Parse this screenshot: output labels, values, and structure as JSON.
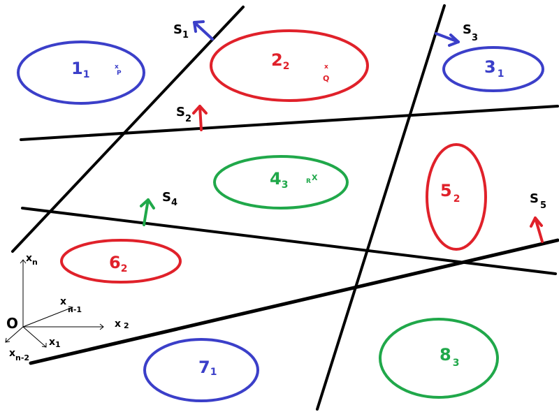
{
  "colors": {
    "blue": "#3b3fc9",
    "red": "#e0212a",
    "green": "#20a84a",
    "black": "#000000"
  },
  "regions": [
    {
      "id": "1",
      "number": "1",
      "sub": "1",
      "color": "blue"
    },
    {
      "id": "2",
      "number": "2",
      "sub": "2",
      "color": "red"
    },
    {
      "id": "3",
      "number": "3",
      "sub": "1",
      "color": "blue"
    },
    {
      "id": "4",
      "number": "4",
      "sub": "3",
      "color": "green"
    },
    {
      "id": "5",
      "number": "5",
      "sub": "2",
      "color": "red"
    },
    {
      "id": "6",
      "number": "6",
      "sub": "2",
      "color": "red"
    },
    {
      "id": "7",
      "number": "7",
      "sub": "1",
      "color": "blue"
    },
    {
      "id": "8",
      "number": "8",
      "sub": "3",
      "color": "green"
    }
  ],
  "surfaces": [
    {
      "id": "s1",
      "letter": "S",
      "sub": "1",
      "arrow_color": "blue"
    },
    {
      "id": "s2",
      "letter": "S",
      "sub": "2",
      "arrow_color": "red"
    },
    {
      "id": "s3",
      "letter": "S",
      "sub": "3",
      "arrow_color": "blue"
    },
    {
      "id": "s4",
      "letter": "S",
      "sub": "4",
      "arrow_color": "green"
    },
    {
      "id": "s5",
      "letter": "S",
      "sub": "5",
      "arrow_color": "red"
    }
  ],
  "points": [
    {
      "id": "p",
      "mark": "x",
      "label": "P",
      "color": "blue"
    },
    {
      "id": "q",
      "mark": "x",
      "label": "Q",
      "color": "red"
    },
    {
      "id": "r",
      "mark": "X",
      "label": "R",
      "color": "green"
    }
  ],
  "axes": {
    "origin": "O",
    "xn": {
      "main": "x",
      "sub": "n"
    },
    "xn1": {
      "main": "x",
      "sub": "n-1"
    },
    "x2": {
      "main": "x",
      "sub": "2"
    },
    "x1": {
      "main": "x",
      "sub": "1"
    },
    "xn2": {
      "main": "x",
      "sub": "n-2"
    }
  }
}
